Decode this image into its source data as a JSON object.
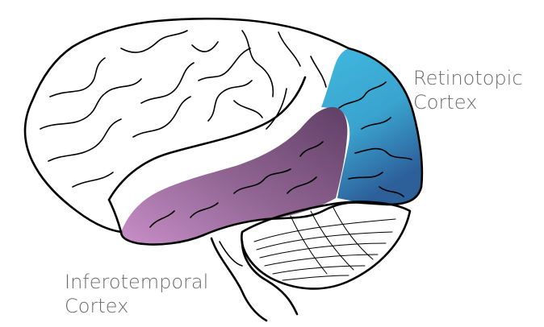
{
  "labels": {
    "retinotopic": [
      "Retinotopic",
      "Cortex"
    ],
    "inferotemporal": [
      "Inferotemporal",
      "Cortex"
    ]
  },
  "colors": {
    "retinotopic_top": "#3fb9df",
    "retinotopic_bottom": "#2d5f99",
    "inferotemporal_left": "#c88fc8",
    "inferotemporal_right": "#5f3f66",
    "label_text": "#6b6b6b"
  }
}
